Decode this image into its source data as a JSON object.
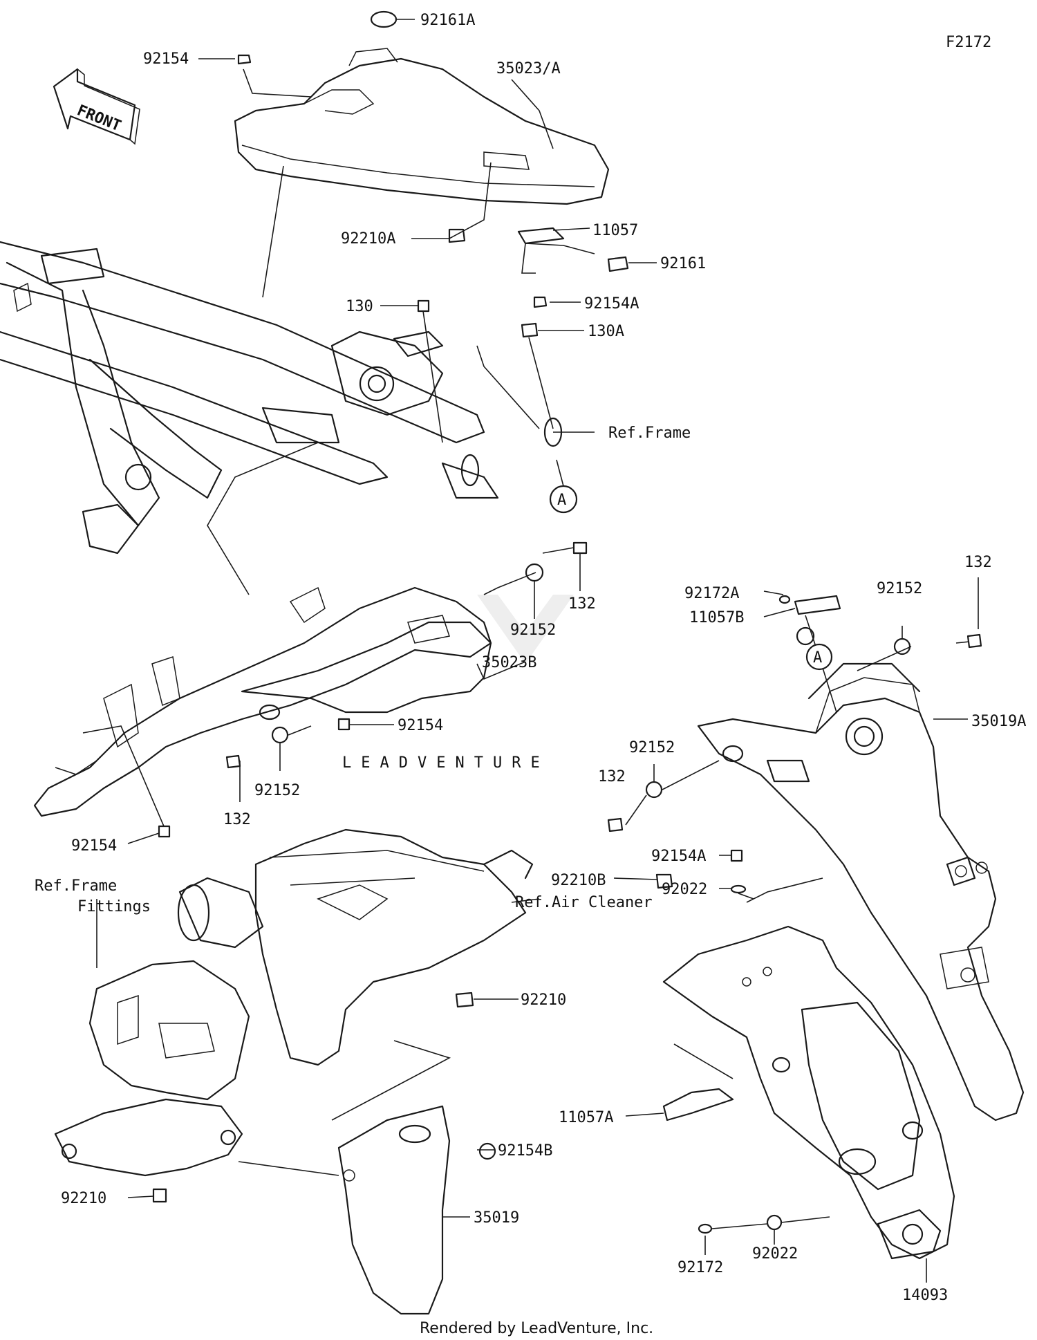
{
  "figure_code": "F2172",
  "front_label": "FRONT",
  "watermark": "LEADVENTURE",
  "footer": "Rendered by LeadVenture, Inc.",
  "circle_marker": "A",
  "labels": {
    "p92161A": "92161A",
    "p92154_top": "92154",
    "p35023A": "35023/A",
    "p92210A": "92210A",
    "p11057": "11057",
    "p92161": "92161",
    "p92154A_top": "92154A",
    "p130": "130",
    "p130A": "130A",
    "ref_frame": "Ref.Frame",
    "p132_a": "132",
    "p92152_a": "92152",
    "p35023B": "35023B",
    "p92154_mid": "92154",
    "p92152_b": "92152",
    "p132_b": "132",
    "p92154_low": "92154",
    "p92172A": "92172A",
    "p11057B": "11057B",
    "p92152_c": "92152",
    "p132_c": "132",
    "p35019A": "35019A",
    "p92152_d": "92152",
    "p132_d": "132",
    "p92154A_r": "92154A",
    "p92022_a": "92022",
    "ref_frame_fittings_1": "Ref.Frame",
    "ref_frame_fittings_2": "Fittings",
    "ref_air_cleaner": "Ref.Air Cleaner",
    "p92210B": "92210B",
    "p92210_a": "92210",
    "p11057A": "11057A",
    "p92154B": "92154B",
    "p92210_b": "92210",
    "p35019": "35019",
    "p92172": "92172",
    "p92022_b": "92022",
    "p14093": "14093"
  }
}
